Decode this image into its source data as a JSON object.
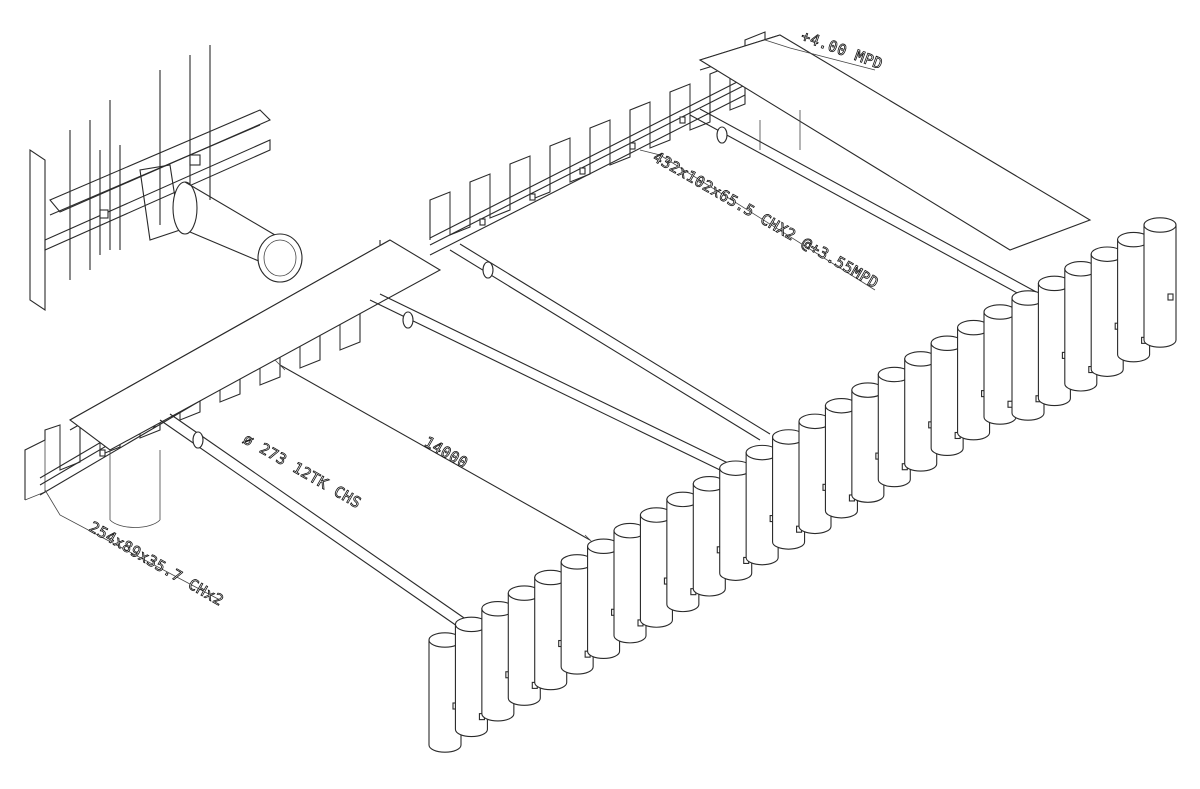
{
  "labels": {
    "level_top": "+4.00 MPD",
    "waler_upper": "432x102x65.5 CHX2 @+3.55MPD",
    "strut": "ø 273 12TK CHS",
    "span": "14000",
    "waler_lower": "254x89x35.7 CHx2"
  },
  "colors": {
    "line": "#2a2a2a",
    "background": "#ffffff"
  }
}
